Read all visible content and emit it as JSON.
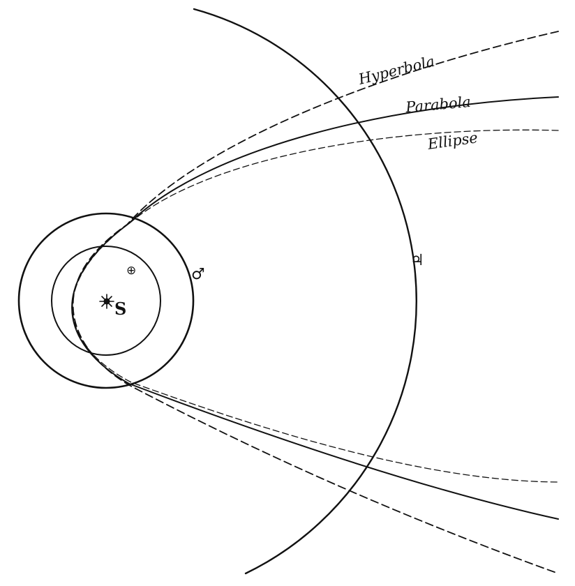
{
  "diagram": {
    "colors": {
      "ink": "#111111",
      "background": "#ffffff"
    },
    "orbits": [
      {
        "name": "earth-orbit",
        "style": "solid"
      },
      {
        "name": "mars-orbit",
        "style": "solid"
      },
      {
        "name": "jupiter-orbit",
        "style": "solid"
      }
    ],
    "curves": [
      {
        "name": "hyperbola",
        "label": "Hyperbola",
        "style": "dashed"
      },
      {
        "name": "parabola",
        "label": "Parabola",
        "style": "solid"
      },
      {
        "name": "ellipse",
        "label": "Ellipse",
        "style": "dashed"
      }
    ],
    "bodies": {
      "sun": {
        "icon": "sun-icon",
        "label": "S"
      },
      "earth": {
        "icon": "earth-symbol-icon",
        "symbol": "⊕"
      },
      "mars": {
        "icon": "mars-symbol-icon",
        "symbol": "♂"
      },
      "jupiter": {
        "icon": "jupiter-symbol-icon",
        "symbol": "♃"
      }
    }
  }
}
